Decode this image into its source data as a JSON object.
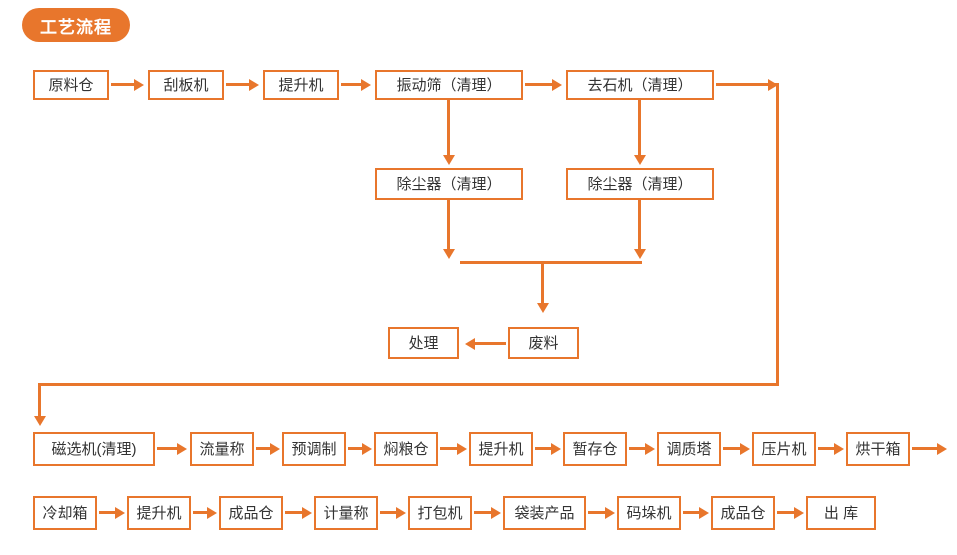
{
  "header": {
    "badge_label": "工艺流程",
    "accent_color": "#e8762c",
    "text_color": "#333333",
    "background": "#ffffff"
  },
  "flow": {
    "row1": [
      {
        "label": "原料仓"
      },
      {
        "label": "刮板机"
      },
      {
        "label": "提升机"
      },
      {
        "label": "振动筛（清理）"
      },
      {
        "label": "去石机（清理）"
      }
    ],
    "row2": [
      {
        "label": "除尘器（清理）"
      },
      {
        "label": "除尘器（清理）"
      }
    ],
    "waste": [
      {
        "label": "处理"
      },
      {
        "label": "废料"
      }
    ],
    "row3": [
      {
        "label": "磁选机(清理)"
      },
      {
        "label": "流量称"
      },
      {
        "label": "预调制"
      },
      {
        "label": "焖粮仓"
      },
      {
        "label": "提升机"
      },
      {
        "label": "暂存仓"
      },
      {
        "label": "调质塔"
      },
      {
        "label": "压片机"
      },
      {
        "label": "烘干箱"
      }
    ],
    "row4": [
      {
        "label": "冷却箱"
      },
      {
        "label": "提升机"
      },
      {
        "label": "成品仓"
      },
      {
        "label": "计量称"
      },
      {
        "label": "打包机"
      },
      {
        "label": "袋装产品"
      },
      {
        "label": "码垛机"
      },
      {
        "label": "成品仓"
      },
      {
        "label": "出 库"
      }
    ]
  }
}
